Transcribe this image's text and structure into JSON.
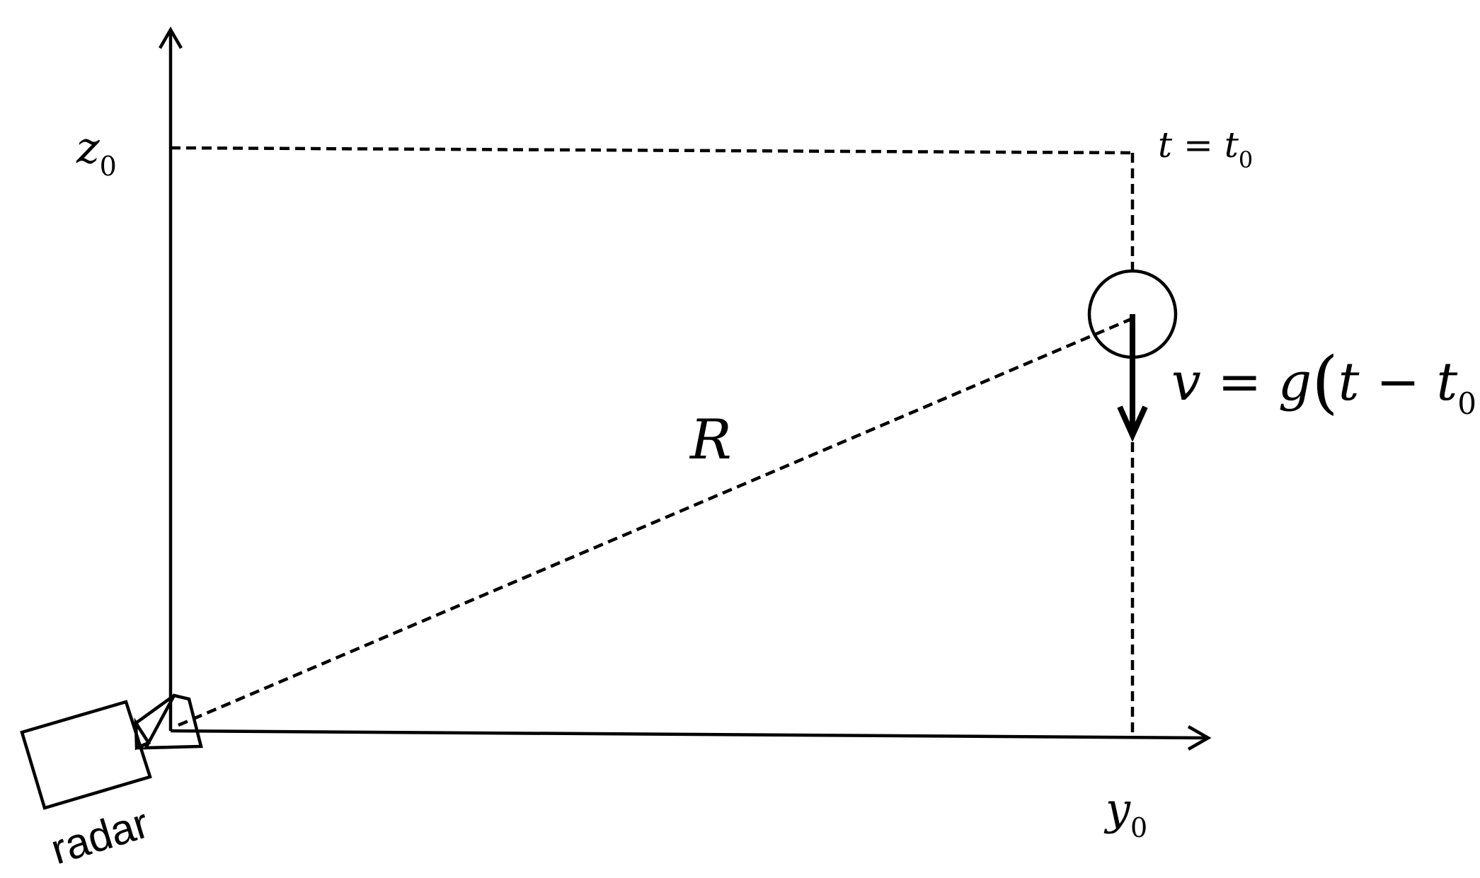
{
  "labels": {
    "z_axis": "z",
    "z_axis_sub": "0",
    "y_axis": "y",
    "y_axis_sub": "0",
    "range": "R",
    "radar": "radar",
    "time_t": "t",
    "time_eq": " = ",
    "time_t0": "t",
    "time_t0_sub": "0",
    "vel_v": "v",
    "vel_eq": " = ",
    "vel_g": "g",
    "vel_t": "t",
    "vel_minus": " − ",
    "vel_t0": "t",
    "vel_t0_sub": "0",
    "paren_open": "(",
    "paren_close": ")"
  }
}
